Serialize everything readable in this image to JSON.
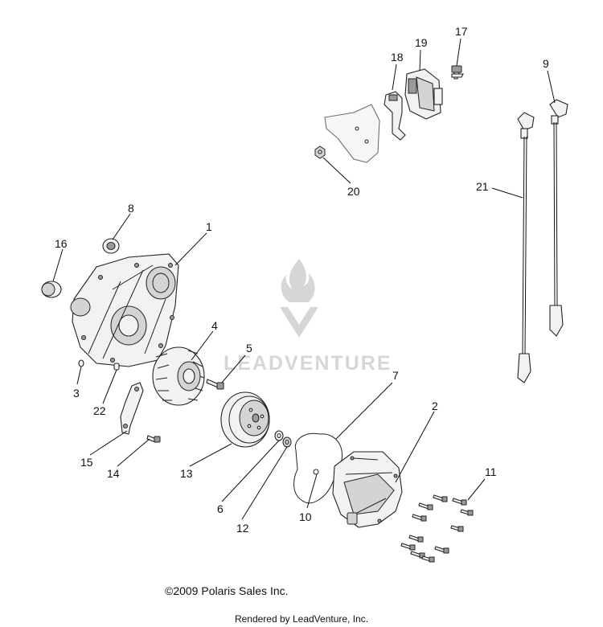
{
  "watermark": {
    "brand": "LEADVENTURE",
    "logo_icon": "leadventure-flame-logo-icon"
  },
  "callouts": [
    {
      "id": "1",
      "label": "1"
    },
    {
      "id": "2",
      "label": "2"
    },
    {
      "id": "3",
      "label": "3"
    },
    {
      "id": "4",
      "label": "4"
    },
    {
      "id": "5",
      "label": "5"
    },
    {
      "id": "6",
      "label": "6"
    },
    {
      "id": "7",
      "label": "7"
    },
    {
      "id": "8",
      "label": "8"
    },
    {
      "id": "9",
      "label": "9"
    },
    {
      "id": "10",
      "label": "10"
    },
    {
      "id": "11",
      "label": "11"
    },
    {
      "id": "12",
      "label": "12"
    },
    {
      "id": "13",
      "label": "13"
    },
    {
      "id": "14",
      "label": "14"
    },
    {
      "id": "15",
      "label": "15"
    },
    {
      "id": "16",
      "label": "16"
    },
    {
      "id": "17",
      "label": "17"
    },
    {
      "id": "18",
      "label": "18"
    },
    {
      "id": "19",
      "label": "19"
    },
    {
      "id": "20",
      "label": "20"
    },
    {
      "id": "21",
      "label": "21"
    },
    {
      "id": "22",
      "label": "22"
    }
  ],
  "footer": {
    "copyright": "©2009 Polaris Sales Inc.",
    "rendered_by": "Rendered by LeadVenture, Inc."
  }
}
